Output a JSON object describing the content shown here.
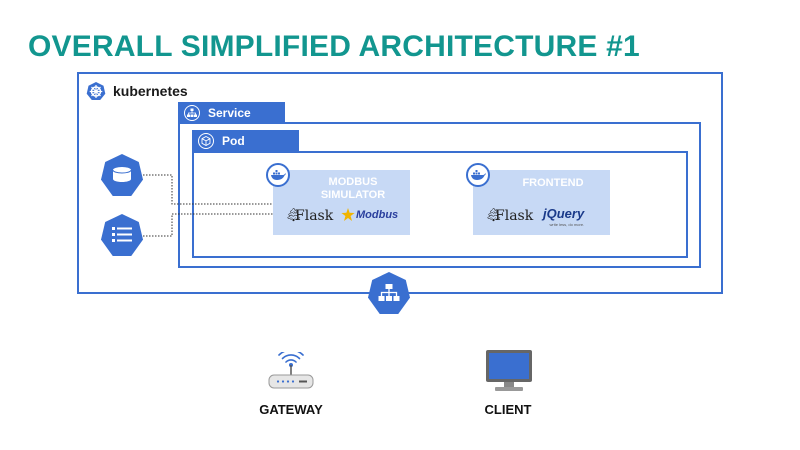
{
  "title": "OVERALL SIMPLIFIED ARCHITECTURE #1",
  "cluster": {
    "label": "kubernetes"
  },
  "service": {
    "label": "Service"
  },
  "pod": {
    "label": "Pod"
  },
  "containers": {
    "modbus": {
      "title_line1": "MODBUS",
      "title_line2": "SIMULATOR",
      "lib1": "Flask",
      "lib2": "Modbus"
    },
    "frontend": {
      "title": "FRONTEND",
      "lib1": "Flask",
      "lib2": "jQuery",
      "lib2_tagline": "write less, do more."
    }
  },
  "devices": {
    "gateway": "GATEWAY",
    "client": "CLIENT"
  },
  "icons": {
    "cluster": "kubernetes-helm-icon",
    "service": "service-icon",
    "pod": "pod-cube-icon",
    "container": "docker-whale-icon",
    "volume": "persistent-volume-icon",
    "configmap": "config-map-icon",
    "ingress": "ingress-network-icon",
    "gateway": "wifi-router-icon",
    "client": "desktop-monitor-icon"
  },
  "colors": {
    "accent": "#3a6fd0",
    "title": "#12968f",
    "card": "#c7d9f5"
  }
}
